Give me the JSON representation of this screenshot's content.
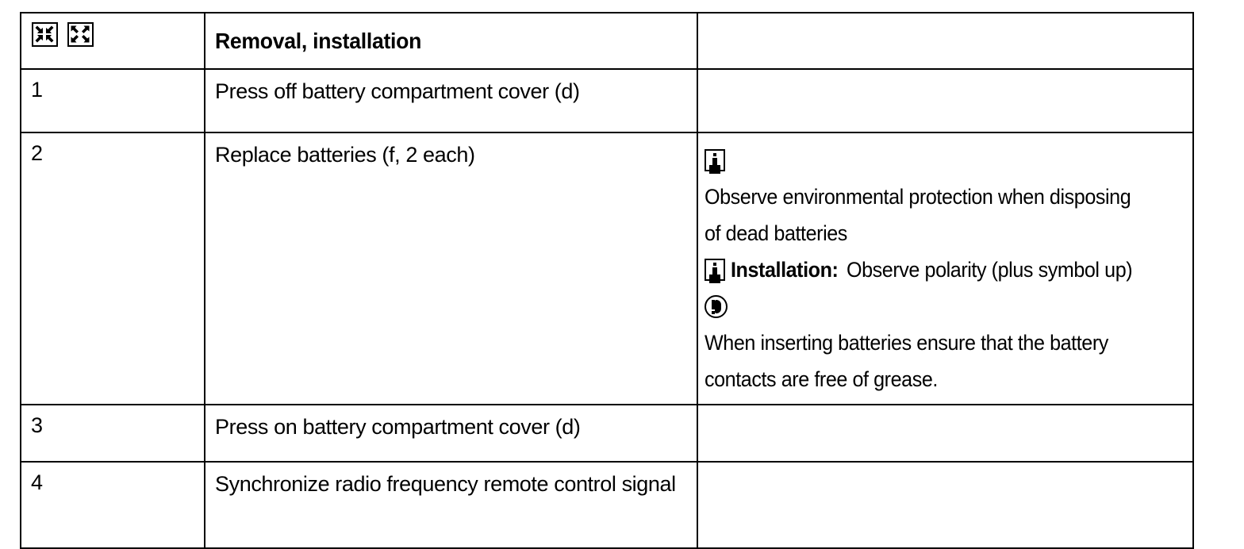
{
  "document": {
    "type": "procedure-table",
    "ink_color": "#000000",
    "background_color": "#ffffff"
  },
  "table": {
    "columns": [
      {
        "key": "step",
        "header_icons": [
          "removal-icon",
          "installation-icon"
        ]
      },
      {
        "key": "action",
        "header": "Removal, installation"
      },
      {
        "key": "notes",
        "header": ""
      }
    ],
    "header": {
      "icons": [
        {
          "name": "removal-icon",
          "meaning": "removal",
          "glyph": "arrows-outward-boxed"
        },
        {
          "name": "installation-icon",
          "meaning": "installation",
          "glyph": "arrows-inward-boxed"
        }
      ],
      "title": "Removal, installation",
      "notes": ""
    },
    "rows": [
      {
        "step": "1",
        "action": "Press off battery compartment cover (d)",
        "notes": []
      },
      {
        "step": "2",
        "action": "Replace batteries (f, 2 each)",
        "notes": [
          {
            "icon": "info-icon",
            "bold_prefix": "",
            "text": "Observe environmental protection when disposing of dead batteries"
          },
          {
            "icon": "info-icon",
            "bold_prefix": "Installation:",
            "text": " Observe polarity (plus symbol up)"
          },
          {
            "icon": "caution-icon",
            "bold_prefix": "",
            "text": "When inserting batteries ensure that the battery contacts are free of grease."
          }
        ]
      },
      {
        "step": "3",
        "action": "Press on battery compartment cover (d)",
        "notes": []
      },
      {
        "step": "4",
        "action": "Synchronize radio frequency remote control signal",
        "notes": []
      }
    ]
  }
}
